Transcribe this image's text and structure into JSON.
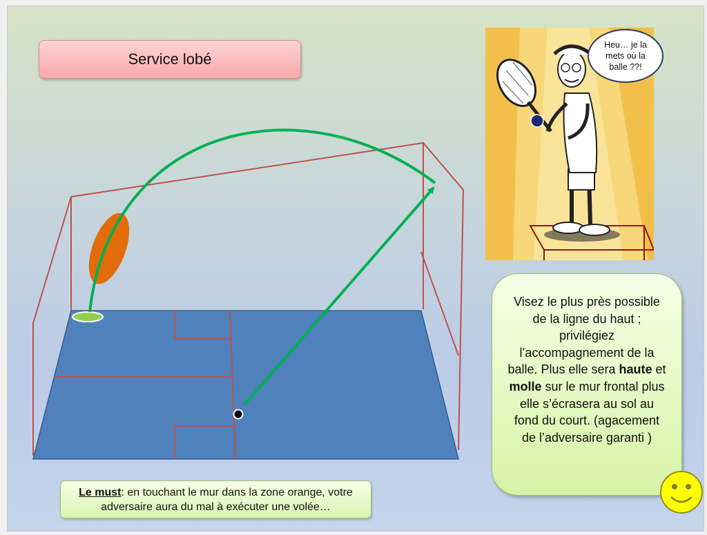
{
  "slide": {
    "title": "Service lobé",
    "bubble_text": "Heu… je la mets où la balle ??!",
    "tip": {
      "part1": "Visez le plus près possible de la ligne du haut ; privilégiez l’accompagnement de la balle. Plus elle sera ",
      "bold1": "haute",
      "part2": " et ",
      "bold2": "molle",
      "part3": " sur le mur frontal plus elle s’écrasera au sol au fond du court. (agacement de l’adversaire garanti )"
    },
    "must": {
      "label": "Le must",
      "text": ": en touchant le mur dans la zone orange, votre adversaire aura du mal à exécuter une volée…"
    }
  },
  "icons": {
    "cartoon": "cartoon-tennis-player-icon",
    "smiley": "smiley-face-icon",
    "serve_point": "serve-ball-icon"
  },
  "colors": {
    "court_floor": "#4f81bd",
    "court_lines": "#c0504d",
    "trajectory": "#00b050",
    "target_zone": "#e36c0a",
    "bounce_spot": "#92d050",
    "title_box": "#f8b4b6",
    "tip_box": "#d7f3a6",
    "cartoon_bg": "#f2c04a",
    "smiley": "#ffff00"
  }
}
